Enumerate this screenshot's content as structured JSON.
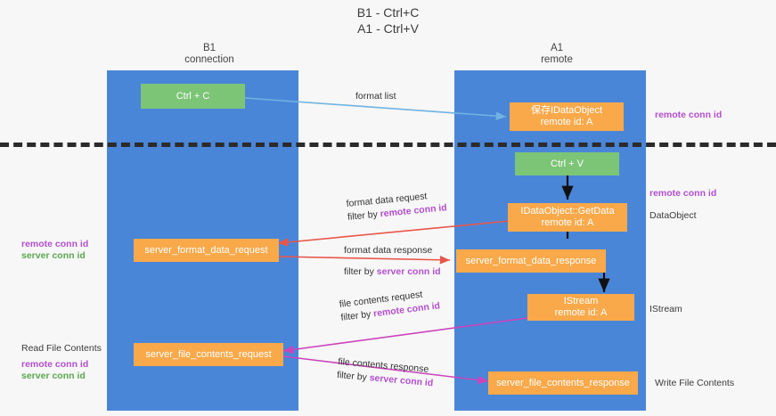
{
  "title": {
    "line1": "B1 - Ctrl+C",
    "line2": "A1 - Ctrl+V"
  },
  "lanes": [
    {
      "id": "b1",
      "name": "B1",
      "role": "connection",
      "header": "B1\nconnection",
      "color": "#4a86d8"
    },
    {
      "id": "a1",
      "name": "A1",
      "role": "remote",
      "header": "A1\nremote",
      "color": "#4a86d8"
    }
  ],
  "colors": {
    "lane": "#4a86d8",
    "green_box": "#7cc576",
    "orange_box": "#f9a94a",
    "remote_conn_id": "#b24fcd",
    "server_conn_id": "#5aa84f",
    "arrow_blue": "#6fb3e0",
    "arrow_black": "#000000",
    "arrow_red": "#e8564a",
    "arrow_magenta": "#c churches"
  },
  "boxes": [
    {
      "id": "ctrl-c",
      "label": "Ctrl + C",
      "style": "green",
      "lane": "b1"
    },
    {
      "id": "save-idataobject",
      "label": "保存IDataObject\nremote id: A",
      "style": "orange",
      "lane": "a1"
    },
    {
      "id": "ctrl-v",
      "label": "Ctrl + V",
      "style": "green",
      "lane": "a1"
    },
    {
      "id": "getdata",
      "label": "IDataObject::GetData\nremote id: A",
      "style": "orange",
      "lane": "a1"
    },
    {
      "id": "server-format-data-request",
      "label": "server_format_data_request",
      "style": "orange",
      "lane": "b1"
    },
    {
      "id": "server-format-data-response",
      "label": "server_format_data_response",
      "style": "orange",
      "lane": "a1"
    },
    {
      "id": "istream",
      "label": "IStream\nremote id: A",
      "style": "orange",
      "lane": "a1"
    },
    {
      "id": "server-file-contents-request",
      "label": "server_file_contents_request",
      "style": "orange",
      "lane": "b1"
    },
    {
      "id": "server-file-contents-response",
      "label": "server_file_contents_response",
      "style": "orange",
      "lane": "a1"
    }
  ],
  "flow_labels": [
    {
      "id": "format-list",
      "text": "format list"
    },
    {
      "id": "format-data-request",
      "text": "format data request"
    },
    {
      "id": "format-data-request-filter",
      "prefix": "filter by ",
      "highlight": "remote conn id",
      "highlight_color": "remote"
    },
    {
      "id": "format-data-response",
      "text": "format data response"
    },
    {
      "id": "format-data-response-filter",
      "prefix": "filter by ",
      "highlight": "server conn id",
      "highlight_color": "remote"
    },
    {
      "id": "file-contents-request",
      "text": "file contents request"
    },
    {
      "id": "file-contents-request-filter",
      "prefix": "filter by ",
      "highlight": "remote conn id",
      "highlight_color": "remote"
    },
    {
      "id": "file-contents-response",
      "text": "file contents response"
    },
    {
      "id": "file-contents-response-filter",
      "prefix": "filter by ",
      "highlight": "server conn id",
      "highlight_color": "remote"
    }
  ],
  "annotations": {
    "right_top_remote_conn_id": "remote conn id",
    "right_mid_remote_conn_id": "remote conn id",
    "dataobject": "DataObject",
    "istream": "IStream",
    "write_file_contents": "Write File Contents",
    "left_remote_conn_id": "remote conn id",
    "left_server_conn_id": "server conn id",
    "read_file_contents": "Read File Contents",
    "left_bottom_remote_conn_id": "remote conn id",
    "left_bottom_server_conn_id": "server conn id"
  }
}
